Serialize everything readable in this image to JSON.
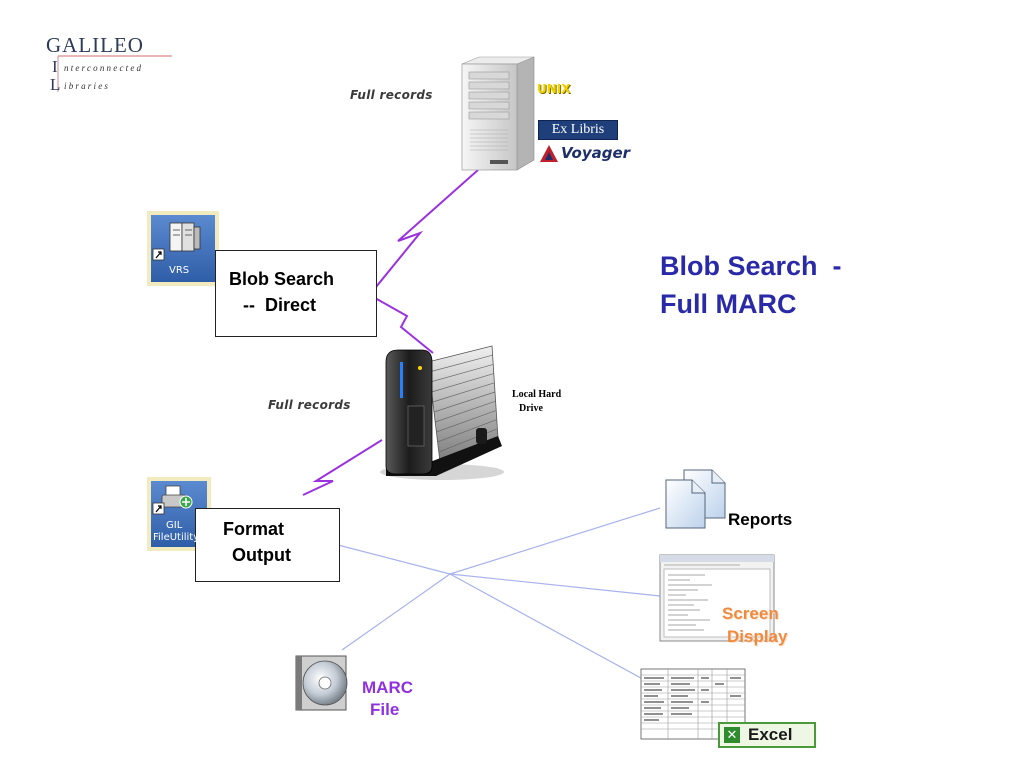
{
  "logo": {
    "word": "GALILEO",
    "line1_initial": "I",
    "line1_rest": "nterconnected",
    "line2_initial": "L",
    "line2_rest": "ibraries"
  },
  "title": {
    "line1": "Blob Search  -",
    "line2": "Full MARC"
  },
  "server": {
    "caption": "Full records",
    "os_badge": "UNIX",
    "vendor_badge": "Ex Libris",
    "product_badge": "Voyager"
  },
  "boxes": {
    "blob_search": {
      "line1": "Blob Search",
      "line2": "--  Direct"
    },
    "format_output": {
      "line1": "Format",
      "line2": "Output"
    }
  },
  "local_drive": {
    "caption": "Full records",
    "label_line1": "Local Hard",
    "label_line2": "Drive"
  },
  "icons": {
    "vrs": {
      "label": "VRS",
      "icon": "books-icon"
    },
    "gil": {
      "label_line1": "GIL",
      "label_line2": "FileUtility",
      "icon": "printer-icon"
    }
  },
  "outputs": {
    "reports": "Reports",
    "screen_line1": "Screen",
    "screen_line2": "Display",
    "marc_line1": "MARC",
    "marc_line2": "File",
    "excel": "Excel"
  },
  "colors": {
    "title": "#2a2aa8",
    "lightning": "#9a32e0",
    "connector": "#a8b2ee",
    "screen": "#f08a40",
    "marc": "#9030e0",
    "logo": "#2e3a5a"
  }
}
